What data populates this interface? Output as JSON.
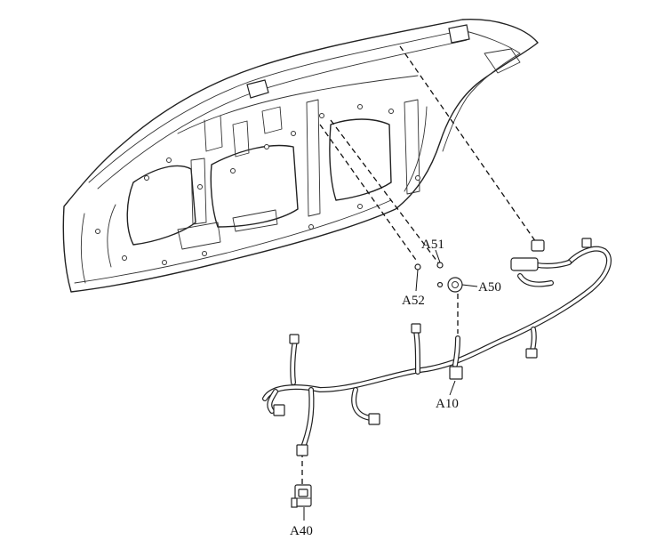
{
  "callouts": {
    "a51": "A51",
    "a52": "A52",
    "a50": "A50",
    "a10": "A10",
    "a40": "A40"
  },
  "colors": {
    "line": "#222222",
    "background": "#ffffff"
  }
}
